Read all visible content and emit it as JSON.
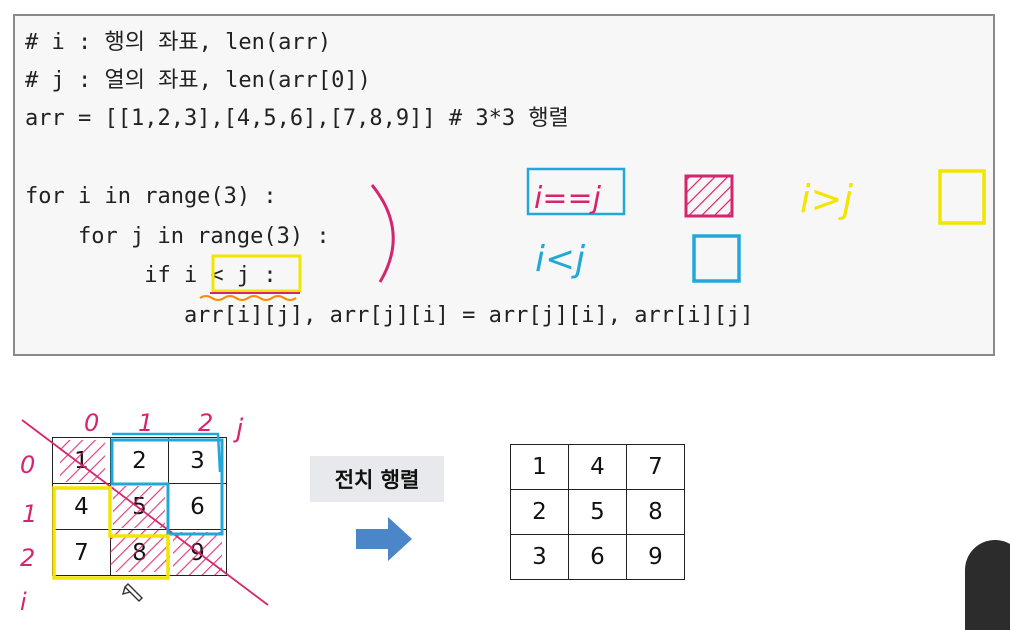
{
  "code": {
    "lines": [
      "# i : 행의 좌표, len(arr)",
      "# j : 열의 좌표, len(arr[0])",
      "arr = [[1,2,3],[4,5,6],[7,8,9]] # 3*3 행렬",
      "",
      "for i in range(3) :",
      "    for j in range(3) :",
      "         if i < j :",
      "            arr[i][j], arr[j][i] = arr[j][i], arr[i][j]"
    ]
  },
  "handwritten": {
    "case_equal": "i==j",
    "case_greater": "i>j",
    "case_less": "i<j",
    "col_indices": [
      "0",
      "1",
      "2",
      "j"
    ],
    "row_indices": [
      "0",
      "1",
      "2",
      "i"
    ]
  },
  "transpose_label": "전치 행렬",
  "original_matrix": [
    [
      "1",
      "2",
      "3"
    ],
    [
      "4",
      "5",
      "6"
    ],
    [
      "7",
      "8",
      "9"
    ]
  ],
  "transposed_matrix": [
    [
      "1",
      "4",
      "7"
    ],
    [
      "2",
      "5",
      "8"
    ],
    [
      "3",
      "6",
      "9"
    ]
  ],
  "colors": {
    "pink": "#d6246e",
    "yellow": "#f2e500",
    "blue": "#22a8d8",
    "arrow": "#4a86c8",
    "orange": "#ff8a00"
  }
}
